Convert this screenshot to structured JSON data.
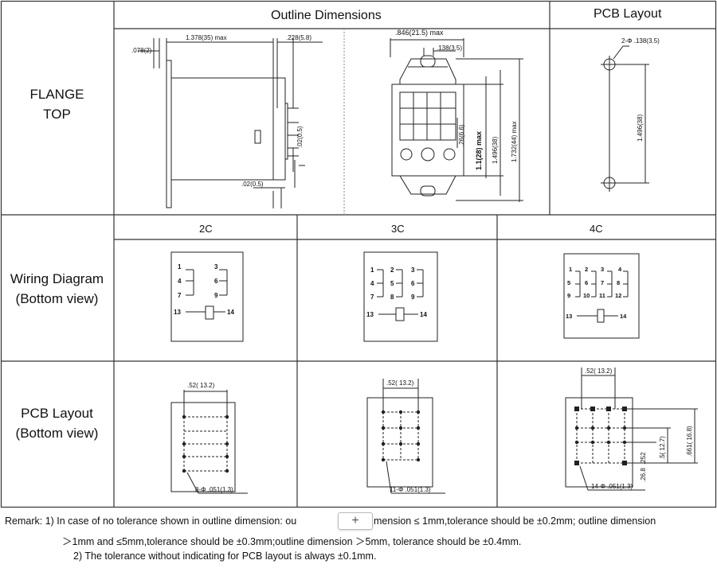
{
  "header": {
    "outline_title": "Outline Dimensions",
    "pcb_title": "PCB Layout"
  },
  "rows": {
    "flange_line1": "FLANGE",
    "flange_line2": "TOP",
    "wiring_line1": "Wiring Diagram",
    "wiring_line2": "(Bottom view)",
    "pcb_line1": "PCB Layout",
    "pcb_line2": "(Bottom view)"
  },
  "columns": [
    "2C",
    "3C",
    "4C"
  ],
  "outline_side": {
    "d1": ".078(2)",
    "d2": "1.378(35) max",
    "d3": ".228(5.8)",
    "d4": ".02(0.5)",
    "d5": ".02(0.5)"
  },
  "outline_front": {
    "d1": ".846(21.5) max",
    "d2": ".138(3.5)",
    "d3": ".26(6.6)",
    "d4": "1.1(28) max",
    "d5": "1.496(38)",
    "d6": "1.732(44) max"
  },
  "pcb_top": {
    "d1": "2-Φ .138(3.5)",
    "d2": "1.496(38)"
  },
  "wiring": {
    "w2c": {
      "p1": "1",
      "p3": "3",
      "p4": "4",
      "p6": "6",
      "p7": "7",
      "p9": "9",
      "p13": "13",
      "p14": "14"
    },
    "w3c": {
      "p1": "1",
      "p2": "2",
      "p3": "3",
      "p4": "4",
      "p5": "5",
      "p6": "6",
      "p7": "7",
      "p8": "8",
      "p9": "9",
      "p13": "13",
      "p14": "14"
    },
    "w4c": {
      "p1": "1",
      "p2": "2",
      "p3": "3",
      "p4": "4",
      "p5": "5",
      "p6": "6",
      "p7": "7",
      "p8": "8",
      "p9": "9",
      "p10": "10",
      "p11": "11",
      "p12": "12",
      "p13": "13",
      "p14": "14"
    }
  },
  "pcb_bottom": {
    "c2_top": ".52( 13.2)",
    "c2_holes": "8-Φ .051(1.3)",
    "c3_top": ".52( 13.2)",
    "c3_holes": "11-Φ .051(1.3)",
    "c4_top": ".52( 13.2)",
    "c4_holes": "14-Φ .051(1.3)",
    "c4_d1": ".661( 16.8)",
    "c4_d2": ".5( 12.7)",
    "c4_d3": ".252",
    "c4_d4": ".26.8"
  },
  "remark": {
    "line1_a": "Remark: 1) In case of no tolerance shown in outline dimension: ou",
    "line1_b": "mension ≤ 1mm,tolerance should be ±0.2mm; outline dimension",
    "line2": "＞1mm and ≤5mm,tolerance should be ±0.3mm;outline dimension ＞5mm, tolerance should be ±0.4mm.",
    "line3": "2) The tolerance without indicating for PCB layout is always ±0.1mm.",
    "plus_icon": "+"
  }
}
